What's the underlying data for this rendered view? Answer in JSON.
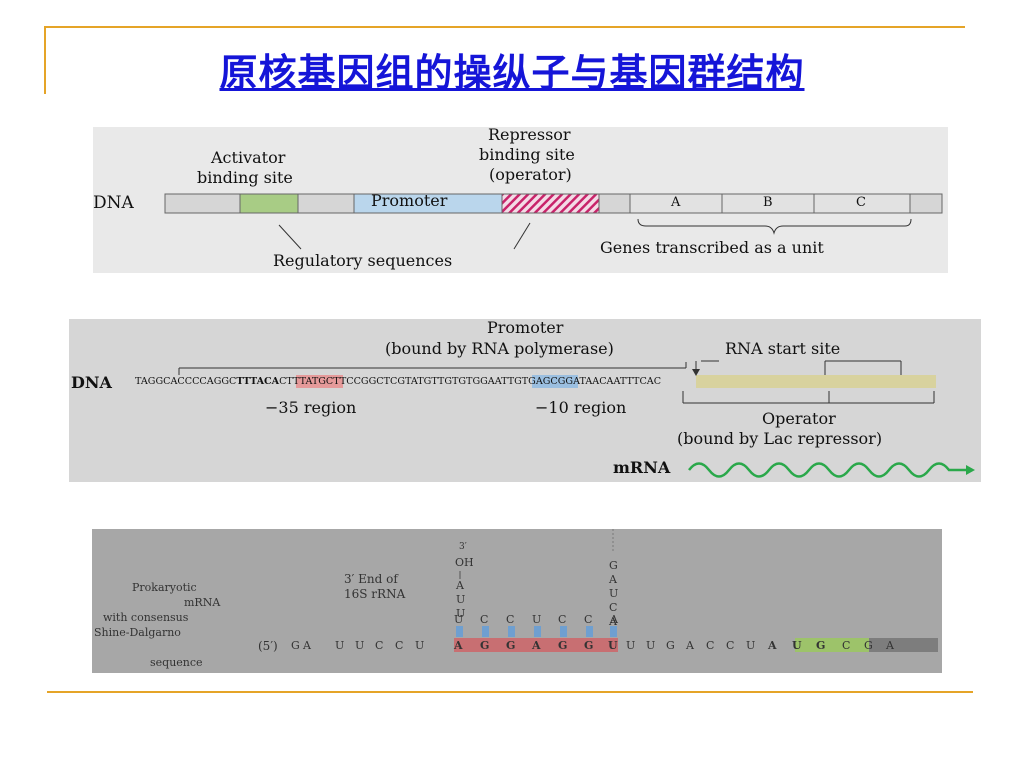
{
  "title": "原核基因组的操纵子与基因群结构",
  "panel1": {
    "dna": "DNA",
    "activator_1": "Activator",
    "activator_2": "binding site",
    "repressor_1": "Repressor",
    "repressor_2": "binding site",
    "repressor_3": "(operator)",
    "promoter": "Promoter",
    "gene_a": "A",
    "gene_b": "B",
    "gene_c": "C",
    "regulatory": "Regulatory sequences",
    "genes_unit": "Genes transcribed as a unit"
  },
  "panel2": {
    "dna": "DNA",
    "promoter_1": "Promoter",
    "promoter_2": "(bound by RNA polymerase)",
    "rna_start": "RNA start site",
    "seq_1": "TAGGCACCCCAGGC",
    "seq_35": "TTTACA",
    "seq_2": "CTTTATGCTTCCGGCTCG",
    "seq_10": "TATGTT",
    "seq_3": "GTGTGG",
    "seq_op": "AATTGTGAGCGGATAACAATT",
    "seq_4": "TCAC",
    "region35": "−35 region",
    "region10": "−10 region",
    "operator_1": "Operator",
    "operator_2": "(bound by Lac repressor)",
    "mrna": "mRNA"
  },
  "panel3": {
    "label_1": "Prokaryotic",
    "label_2": "mRNA",
    "label_3": "with consensus",
    "label_4": "Shine-Dalgarno",
    "label_5": "sequence",
    "end_1": "3′ End of",
    "end_2": "16S rRNA",
    "oh_1": "3′",
    "oh_2": "OH",
    "five_prime": "(5′)",
    "rrna_vertical": [
      "A",
      "U",
      "U"
    ],
    "rrna_pairs": [
      "U",
      "C",
      "C",
      "U",
      "C",
      "C",
      "A"
    ],
    "rrna_top": [
      "G",
      "A",
      "U",
      "C",
      "A"
    ],
    "mrna_left": [
      "G",
      "A",
      "U",
      "U",
      "C",
      "C",
      "U"
    ],
    "mrna_sd": [
      "A",
      "G",
      "G",
      "A",
      "G",
      "G",
      "U"
    ],
    "mrna_right": [
      "U",
      "U",
      "G",
      "A",
      "C",
      "C",
      "U"
    ],
    "start_codon": [
      "A",
      "U",
      "G"
    ],
    "codon2": [
      "C",
      "G",
      "A"
    ]
  },
  "colors": {
    "title": "#1515d8",
    "divider": "#e5a428",
    "activator_site": "#a8cc85",
    "promoter_box": "#bad6ec",
    "operator_hatch": "#c8236a",
    "minus35": "#e59a9a",
    "minus10": "#9bbfe0",
    "operator_seq": "#d8d29e",
    "mrna_wave": "#2aa84a",
    "sd_box": "#c86f72",
    "start_codon": "#9dc36a",
    "codon2": "#7d7d7d"
  }
}
